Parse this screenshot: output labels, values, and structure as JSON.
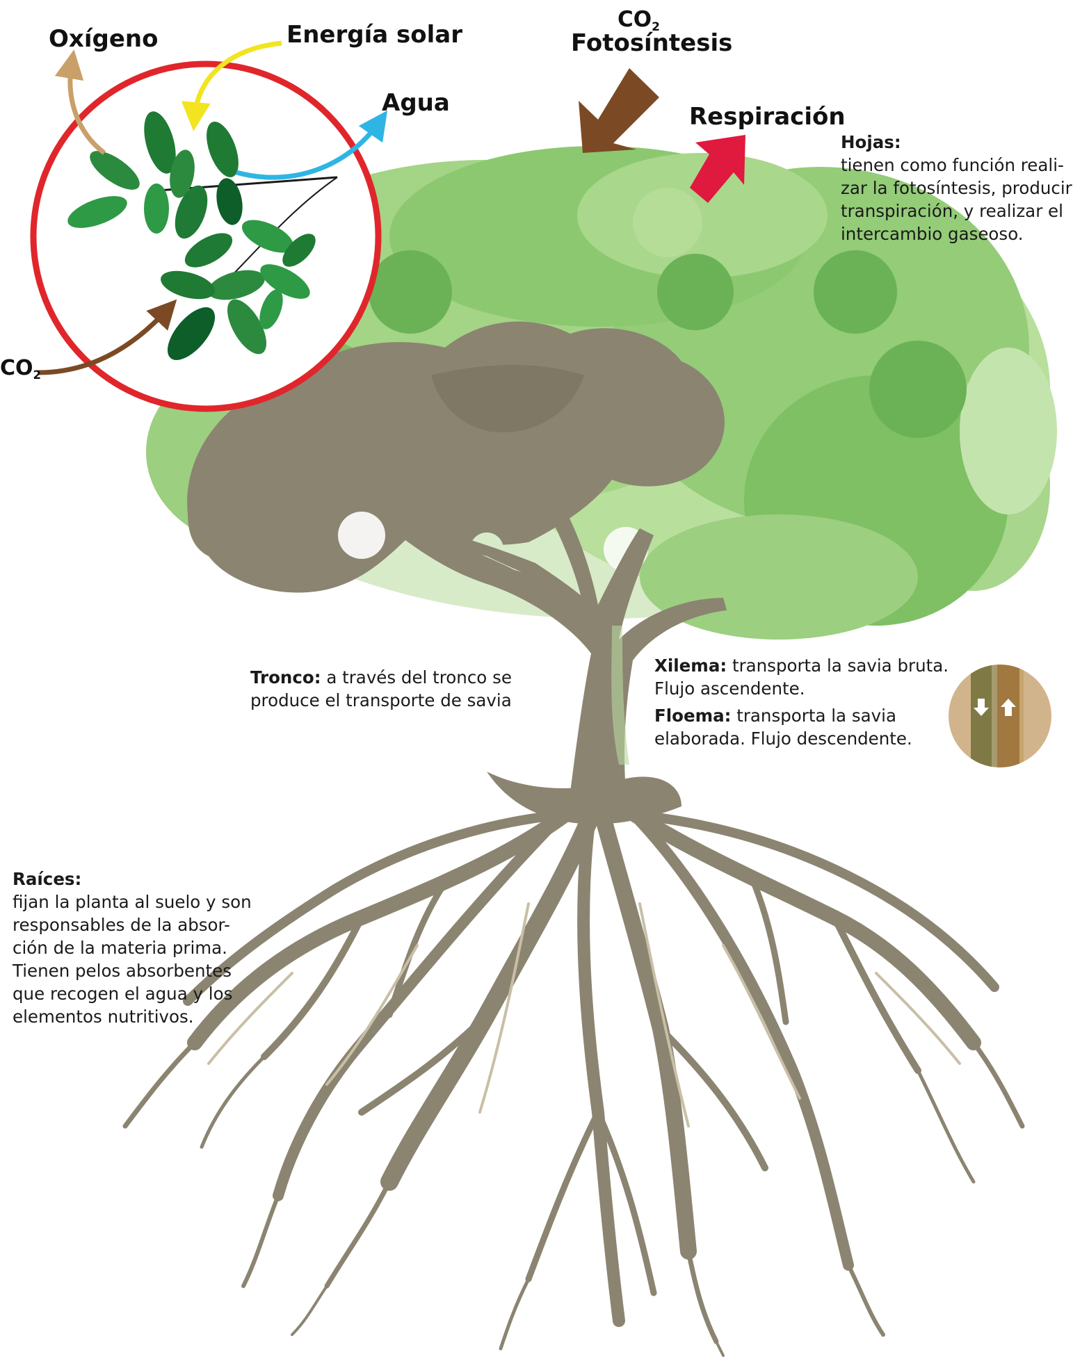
{
  "leaf_cycle": {
    "oxygen": "Oxígeno",
    "solar": "Energía solar",
    "water": "Agua",
    "co2_main": "CO",
    "co2_sub": "2"
  },
  "canopy": {
    "co2_main": "CO",
    "co2_sub": "2",
    "photosynthesis": "Fotosíntesis",
    "respiration": "Respiración"
  },
  "hojas": {
    "title": "Hojas:",
    "lines": [
      "tienen como función reali-",
      "zar la fotosíntesis, producir",
      "transpiración, y realizar el",
      "intercambio gaseoso."
    ]
  },
  "tronco": {
    "title": "Tronco:",
    "line1": " a través del tronco se",
    "line2": "produce el transporte de savia"
  },
  "xilema": {
    "title": "Xilema:",
    "line1": " transporta la savia bruta.",
    "line2": "Flujo ascendente."
  },
  "floema": {
    "title": "Floema:",
    "line1": " transporta la savia",
    "line2": "elaborada. Flujo descendente."
  },
  "raices": {
    "title": "Raíces:",
    "lines": [
      "fijan la planta al suelo y son",
      "responsables de la absor-",
      "ción de la materia prima.",
      "Tienen pelos absorbentes",
      "que  recogen el agua y los",
      "elementos nutritivos."
    ]
  },
  "colors": {
    "ring": "#e0262b",
    "oxygen_arrow": "#c9a06a",
    "solar_arrow": "#f2e41f",
    "water_arrow": "#2fb5e4",
    "co2_arrow": "#7b4a24",
    "respiration_arrow": "#e0193f",
    "trunk": "#8b8471",
    "canopy_light": "#9fd27e",
    "canopy_dark": "#6bb256",
    "leaf": "#1e7a35"
  }
}
